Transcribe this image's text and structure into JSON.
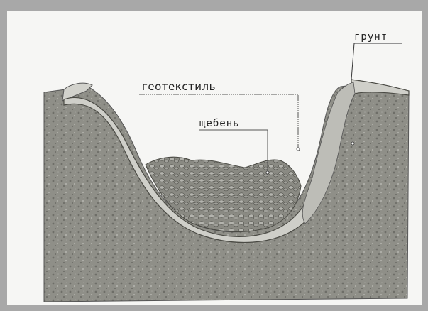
{
  "labels": {
    "grunt": "грунт",
    "geotextile": "геотекстиль",
    "crushed_stone": "щебень"
  },
  "colors": {
    "soil": "#8a8a82",
    "geotextile": "#c9c9c3",
    "stone": "#7d7d76",
    "paper": "#f6f6f4"
  }
}
